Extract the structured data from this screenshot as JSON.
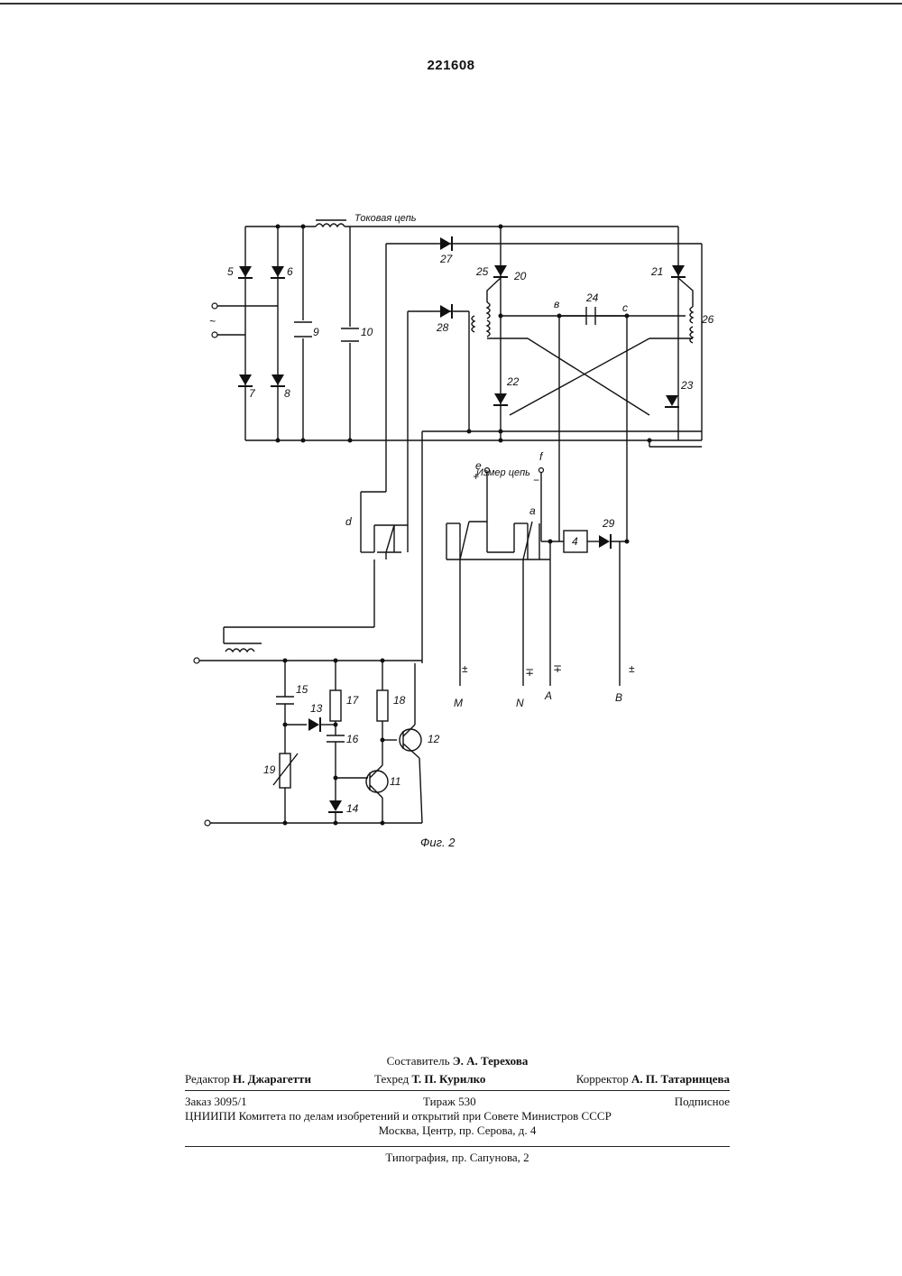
{
  "patent_number": "221608",
  "figure": {
    "caption": "Фиг. 2",
    "labels": {
      "current_circuit": "Токовая цепь",
      "measuring_circuit": "Измер цепь",
      "tilde": "~"
    },
    "components": [
      "5",
      "6",
      "7",
      "8",
      "9",
      "10",
      "27",
      "28",
      "25",
      "20",
      "21",
      "24",
      "26",
      "22",
      "23",
      "4",
      "29",
      "15",
      "13",
      "17",
      "18",
      "16",
      "12",
      "19",
      "11",
      "14"
    ],
    "terminals": [
      "M",
      "N",
      "A",
      "B",
      "a",
      "d",
      "e",
      "f",
      "в",
      "с"
    ],
    "polarity": {
      "plus": "+",
      "minus": "−",
      "pm": "±",
      "mp": "∓"
    }
  },
  "imprint": {
    "compiler": {
      "label": "Составитель",
      "name": "Э. А. Терехова"
    },
    "editor": {
      "label": "Редактор",
      "name": "Н. Джарагетти"
    },
    "tech_editor": {
      "label": "Техред",
      "name": "Т. П. Курилко"
    },
    "proofreader": {
      "label": "Корректор",
      "name": "А. П. Татаринцева"
    },
    "order": "Заказ 3095/1",
    "circulation": "Тираж 530",
    "subscription": "Подписное",
    "publisher": "ЦНИИПИ Комитета по делам изобретений и открытий при Совете Министров СССР",
    "address": "Москва, Центр, пр. Серова, д. 4",
    "printing": "Типография, пр. Сапунова, 2"
  }
}
